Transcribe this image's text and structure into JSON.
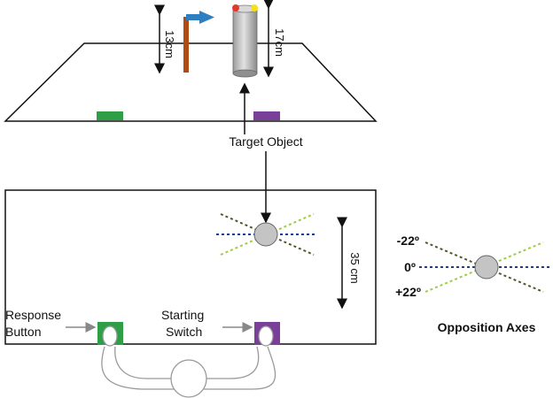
{
  "colors": {
    "green": "#2e9e47",
    "purple": "#7a3f98",
    "rod": "#b04a12",
    "flag": "#2e7fc1",
    "cylinder": "#c4c4c4",
    "red_marker": "#e03a2f",
    "yellow_marker": "#f5e11a",
    "axis_blue": "#1f3a93",
    "axis_dark_olive": "#4d5a2a",
    "axis_light_green": "#9ccc4a"
  },
  "icons": [
    "flag-icon",
    "cylinder-icon",
    "hand-icon",
    "head-icon"
  ],
  "side_view": {
    "rod_height": "13cm",
    "cylinder_height": "17cm",
    "target_label": "Target Object"
  },
  "top_view": {
    "distance": "35 cm",
    "response_button": [
      "Response",
      "Button"
    ],
    "starting_switch": [
      "Starting",
      "Switch"
    ]
  },
  "axes_legend": {
    "title": "Opposition Axes",
    "neg": "-22º",
    "zero": "0º",
    "pos": "+22º"
  }
}
